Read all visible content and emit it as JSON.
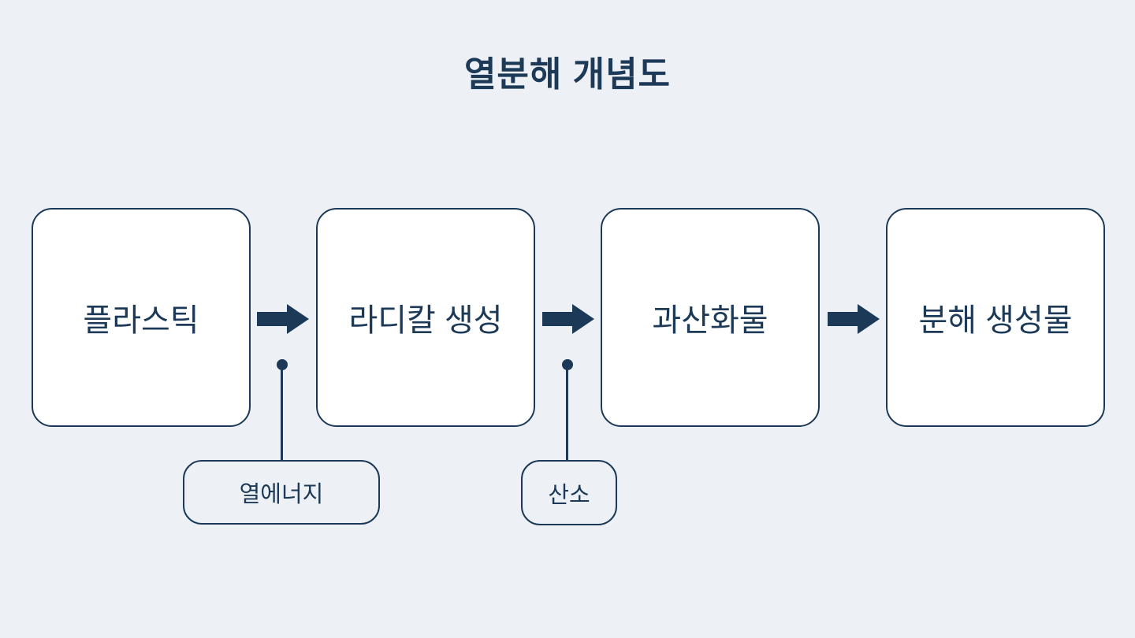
{
  "title": "열분해 개념도",
  "colors": {
    "background": "#edf1f6",
    "ink": "#1c3a57",
    "node_fill": "#ffffff"
  },
  "flow": {
    "direction": "left-to-right",
    "nodes": [
      {
        "label": "플라스틱"
      },
      {
        "label": "라디칼 생성"
      },
      {
        "label": "과산화물"
      },
      {
        "label": "분해 생성물"
      }
    ],
    "callouts": [
      {
        "label": "열에너지",
        "connects_to": "arrow between 플라스틱 and 라디칼 생성"
      },
      {
        "label": "산소",
        "connects_to": "arrow between 라디칼 생성 and 과산화물"
      }
    ]
  }
}
